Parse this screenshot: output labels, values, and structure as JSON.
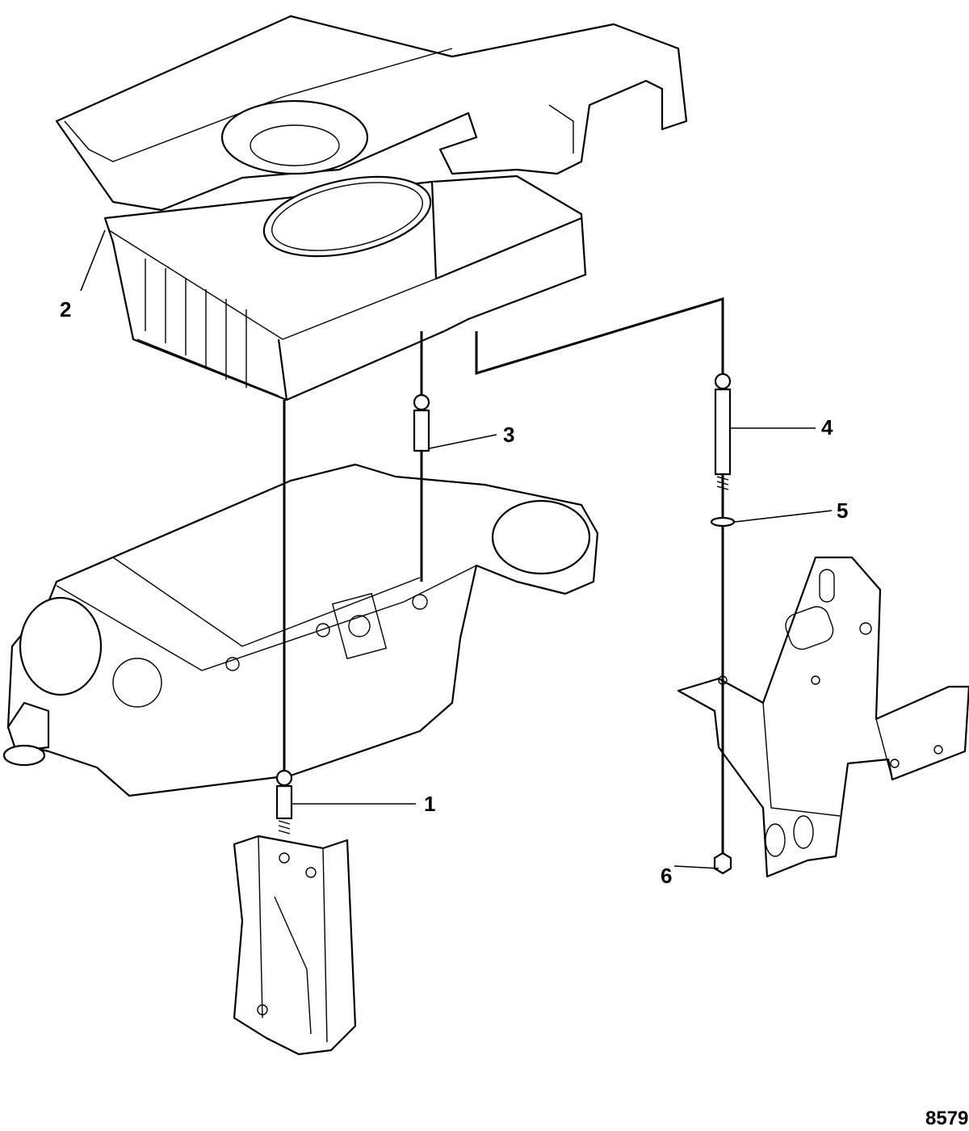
{
  "callouts": [
    "1",
    "2",
    "3",
    "4",
    "5",
    "6"
  ],
  "figure_number": "8579",
  "colors": {
    "ink": "#000000",
    "paper": "#ffffff"
  }
}
